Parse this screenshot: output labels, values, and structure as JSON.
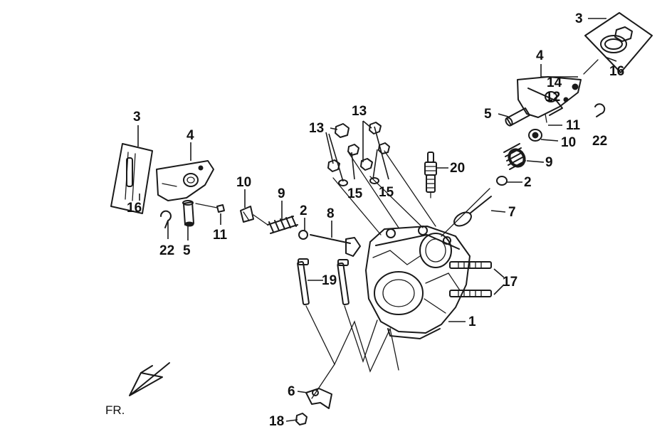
{
  "callouts": [
    {
      "id": "c3-top",
      "text": "3"
    },
    {
      "id": "c4-top",
      "text": "4"
    },
    {
      "id": "c14",
      "text": "14"
    },
    {
      "id": "c12",
      "text": "12"
    },
    {
      "id": "c16-top",
      "text": "16"
    },
    {
      "id": "c5-top",
      "text": "5"
    },
    {
      "id": "c11-top",
      "text": "11"
    },
    {
      "id": "c22-top",
      "text": "22"
    },
    {
      "id": "c10-top",
      "text": "10"
    },
    {
      "id": "c9-top",
      "text": "9"
    },
    {
      "id": "c2-top",
      "text": "2"
    },
    {
      "id": "c7",
      "text": "7"
    },
    {
      "id": "c20",
      "text": "20"
    },
    {
      "id": "c13-a",
      "text": "13"
    },
    {
      "id": "c13-b",
      "text": "13"
    },
    {
      "id": "c15-a",
      "text": "15"
    },
    {
      "id": "c15-b",
      "text": "15"
    },
    {
      "id": "c17",
      "text": "17"
    },
    {
      "id": "c1",
      "text": "1"
    },
    {
      "id": "c19",
      "text": "19"
    },
    {
      "id": "c6",
      "text": "6"
    },
    {
      "id": "c18",
      "text": "18"
    },
    {
      "id": "c3-left",
      "text": "3"
    },
    {
      "id": "c4-left",
      "text": "4"
    },
    {
      "id": "c16-left",
      "text": "16"
    },
    {
      "id": "c22-left",
      "text": "22"
    },
    {
      "id": "c5-left",
      "text": "5"
    },
    {
      "id": "c11-left",
      "text": "11"
    },
    {
      "id": "c10-left",
      "text": "10"
    },
    {
      "id": "c9-left",
      "text": "9"
    },
    {
      "id": "c2-left",
      "text": "2"
    },
    {
      "id": "c8",
      "text": "8"
    }
  ],
  "direction_label": "FR."
}
